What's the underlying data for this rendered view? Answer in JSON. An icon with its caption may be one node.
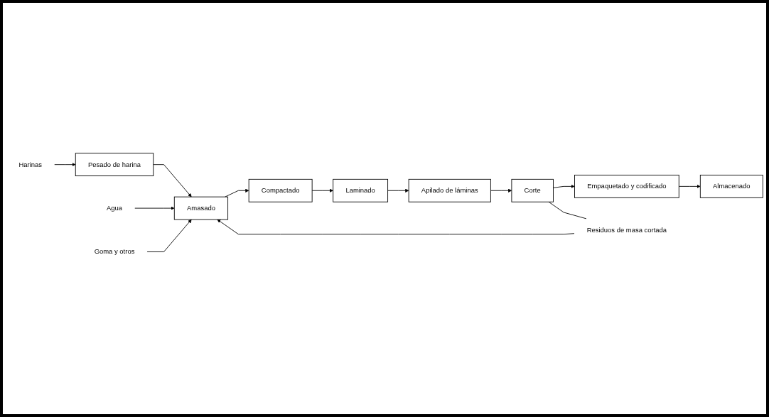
{
  "diagram": {
    "nodes": [
      {
        "text": [
          "Harinas"
        ]
      },
      {
        "text": [
          "Pesado de harina"
        ]
      },
      {
        "text": [
          "Agua"
        ]
      },
      {
        "text": [
          "Amasado"
        ]
      },
      {
        "text": [
          "Compactado"
        ]
      },
      {
        "text": [
          "Laminado"
        ]
      },
      {
        "text": [
          "Goma y otros"
        ]
      },
      {
        "text": [
          "Residuos de masa cortada"
        ]
      },
      {
        "text": [
          "Almacenado"
        ]
      },
      {
        "text": [
          "Empaquetado y codificado"
        ]
      },
      {
        "text": [
          "Corte"
        ]
      },
      {
        "text": [
          "Apilado de láminas"
        ]
      }
    ],
    "edges": [
      {
        "from": 0,
        "to": 1,
        "arrow": "to"
      },
      {
        "from": 1,
        "to": 3,
        "arrow": "to"
      },
      {
        "from": 2,
        "to": 3,
        "arrow": "to"
      },
      {
        "from": 3,
        "to": 4,
        "arrow": "to"
      },
      {
        "from": 4,
        "to": 5,
        "arrow": "to"
      },
      {
        "from": 6,
        "to": 3,
        "arrow": "to"
      },
      {
        "from": 7,
        "to": 3,
        "arrow": "to"
      },
      {
        "from": 5,
        "to": 11,
        "arrow": "to"
      },
      {
        "from": 11,
        "to": 10,
        "arrow": "to"
      },
      {
        "from": 10,
        "to": 9,
        "arrow": "to"
      },
      {
        "from": 9,
        "to": 8,
        "arrow": "to"
      },
      {
        "from": 10,
        "to": 7,
        "arrow": "none"
      }
    ]
  }
}
